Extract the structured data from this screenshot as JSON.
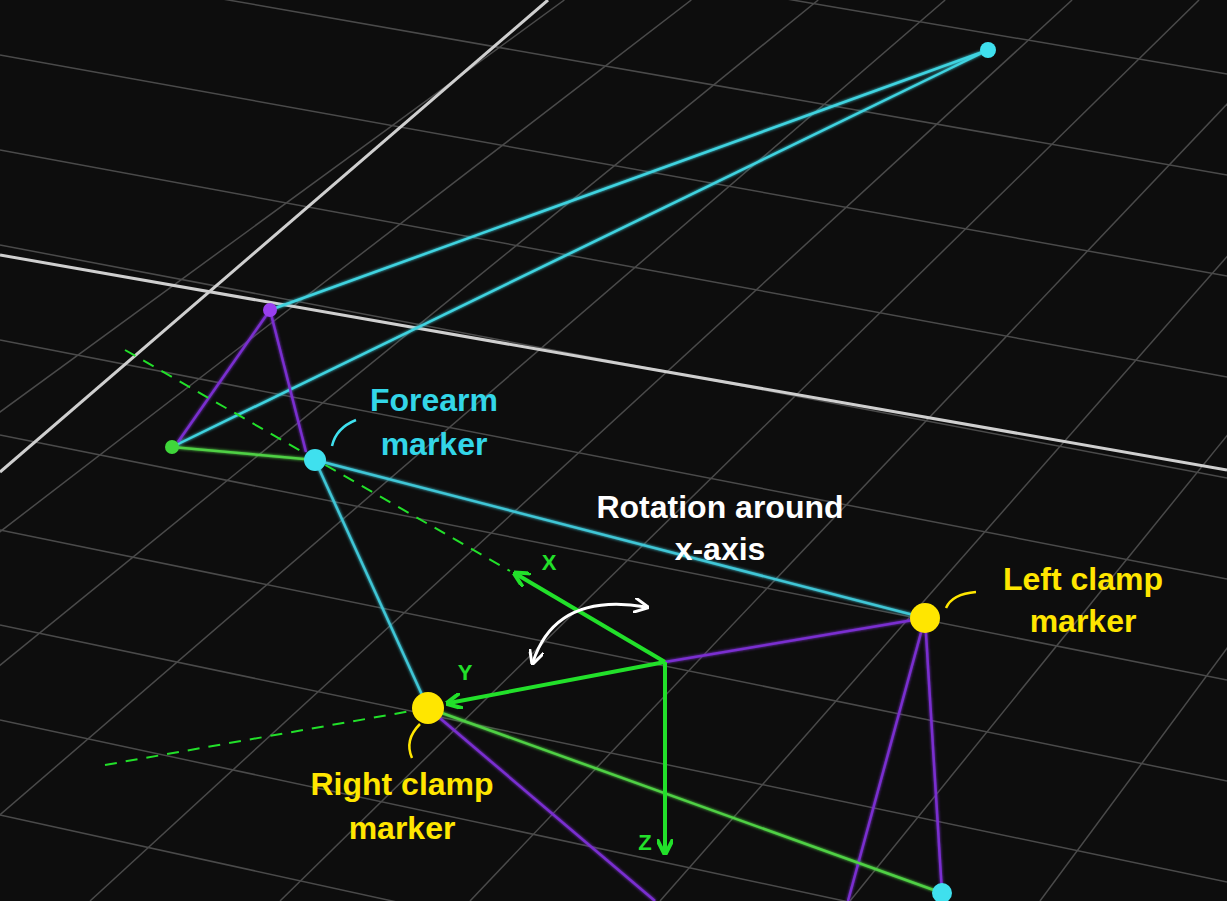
{
  "diagram": {
    "labels": [
      "Forearm marker",
      "Rotation around x-axis",
      "Left clamp marker",
      "Right clamp marker",
      "X",
      "Y",
      "Z"
    ]
  }
}
